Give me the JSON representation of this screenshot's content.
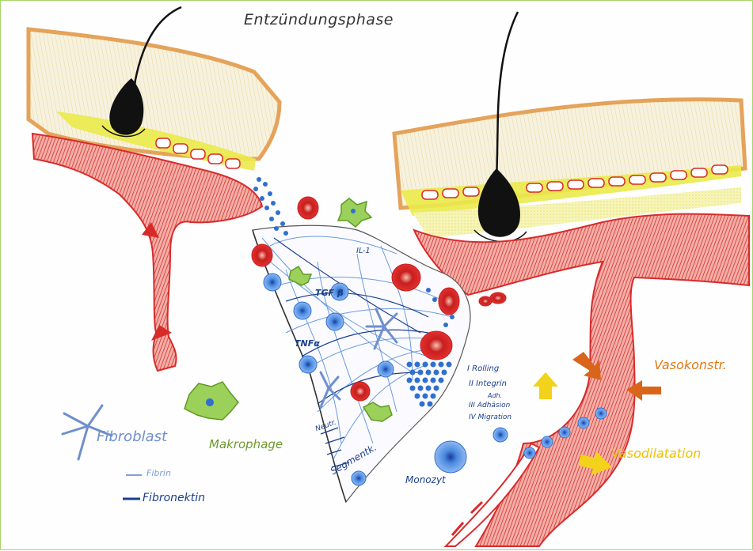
{
  "title": "Entzündungsphase",
  "labels": {
    "il1": "IL-1",
    "tgfb": "TGF β",
    "tnfa": "TNFα",
    "fibroblast": "Fibroblast",
    "makrophage": "Makrophage",
    "fibrin": "Fibrin",
    "fibronektin": "Fibronektin",
    "monozyt": "Monozyt",
    "step1": "I Rolling",
    "step2": "II Integrin",
    "step2b": "Adh.",
    "step3": "III Adhäsion",
    "step4": "IV Migration",
    "vasokonstr": "Vasokonstr.",
    "vasodilatation": "Vasodilatation",
    "neutrophile": "Neutr.",
    "segmentkernige": "Segmentk."
  },
  "colors": {
    "vessel": "#d92a2a",
    "skin_outline": "#e5a35a",
    "fat": "#e8e84a",
    "hair": "#111111",
    "cells_blue": "#2f6fd0",
    "macrophage": "#7fbf3a",
    "vasokonstriktion": "#e07a12",
    "vasodilatation": "#f2d21a"
  }
}
